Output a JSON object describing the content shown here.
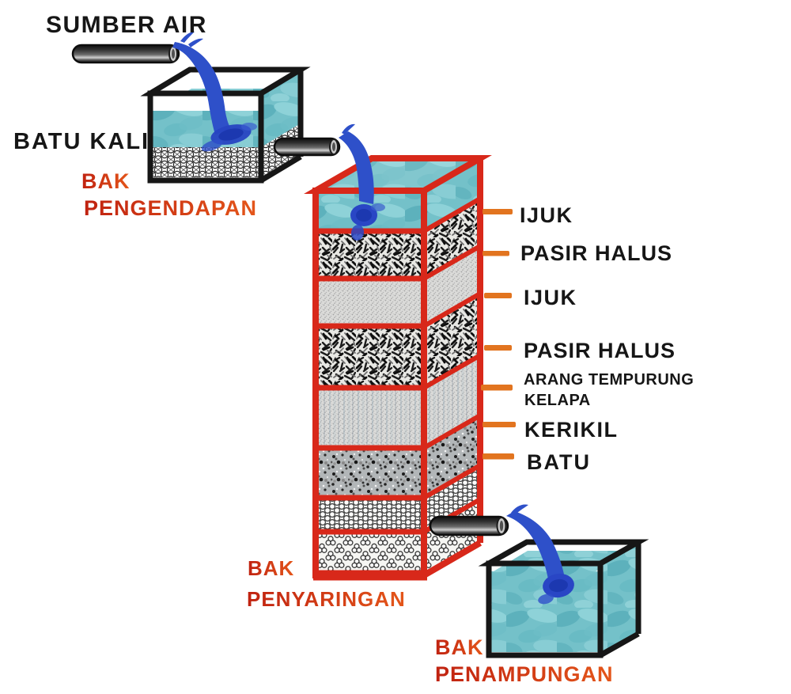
{
  "labels": {
    "sumber_air": "SUMBER AIR",
    "batu_kali": "BATU KALI"
  },
  "tanks": {
    "pengendapan": {
      "line1": "BAK",
      "line2": "PENGENDAPAN"
    },
    "penyaringan": {
      "line1": "BAK",
      "line2": "PENYARINGAN"
    },
    "penampungan": {
      "line1": "BAK",
      "line2": "PENAMPUNGAN"
    }
  },
  "filter_layers": [
    {
      "label": "IJUK"
    },
    {
      "label": "PASIR HALUS"
    },
    {
      "label": "IJUK"
    },
    {
      "label": "PASIR HALUS"
    },
    {
      "label": "ARANG TEMPURUNG",
      "label2": "KELAPA"
    },
    {
      "label": "KERIKIL"
    },
    {
      "label": "BATU"
    }
  ],
  "icons": {
    "pipe": "pipe-icon",
    "water_stream": "water-stream-icon",
    "tick": "layer-tick-dash"
  },
  "colors": {
    "frame_red": "#d8281a",
    "frame_black": "#161616",
    "tick_orange": "#e2741f",
    "label_red": "#ce2c12",
    "water_teal": "#74c1c9",
    "stream_blue": "#2e50c9",
    "splash_blue": "#1c38b0"
  }
}
